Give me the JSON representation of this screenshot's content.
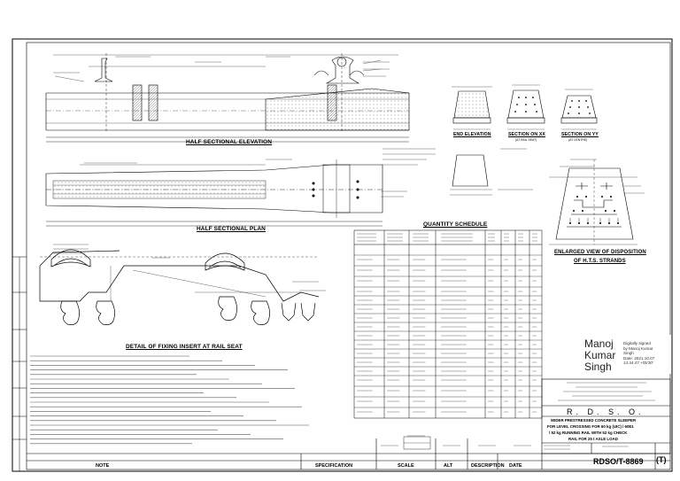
{
  "titles": {
    "half_sectional_elevation": "HALF SECTIONAL ELEVATION",
    "half_sectional_plan": "HALF SECTIONAL PLAN",
    "detail_fixing_insert": "DETAIL OF FIXING INSERT AT RAIL SEAT",
    "quantity_schedule": "QUANTITY SCHEDULE",
    "end_elevation": "END ELEVATION",
    "section_xx": "SECTION ON XX",
    "section_xx_sub": "(AT RAIL SEAT)",
    "section_yy": "SECTION ON YY",
    "section_yy_sub": "(AT CENTRE)",
    "enlarged_view_line1": "ENLARGED VIEW OF DISPOSITION",
    "enlarged_view_line2": "OF H.T.S. STRANDS"
  },
  "signature": {
    "name_line1": "Manoj",
    "name_line2": "Kumar",
    "name_line3": "Singh",
    "detail_line1": "Digitally signed",
    "detail_line2": "by Manoj Kumar",
    "detail_line3": "Singh",
    "detail_line4": "Date: 2021.10.07",
    "detail_line5": "14:44:47 +05'30'"
  },
  "title_block": {
    "org": "R.  D.  S.  O.",
    "desc_line1": "WIDER PRESTRESSED CONCRETE SLEEPER",
    "desc_line2": "FOR LEVEL CROSSING FOR 60 kg (UIC) / 60E1",
    "desc_line3": "/ 52 kg RUNNING RAIL WITH 52 kg CHECK",
    "desc_line4": "RAIL FOR 25 t AXLE LOAD",
    "drawing_no": "RDSO/T-8869",
    "sheet_mark": "(T)"
  },
  "bottom_strip": {
    "note": "NOTE",
    "specification": "SPECIFICATION",
    "scale": "SCALE",
    "alt": "ALT",
    "description": "DESCRIPTION",
    "date": "DATE"
  },
  "colors": {
    "ink": "#000000",
    "paper": "#ffffff",
    "hatch": "#444444"
  }
}
